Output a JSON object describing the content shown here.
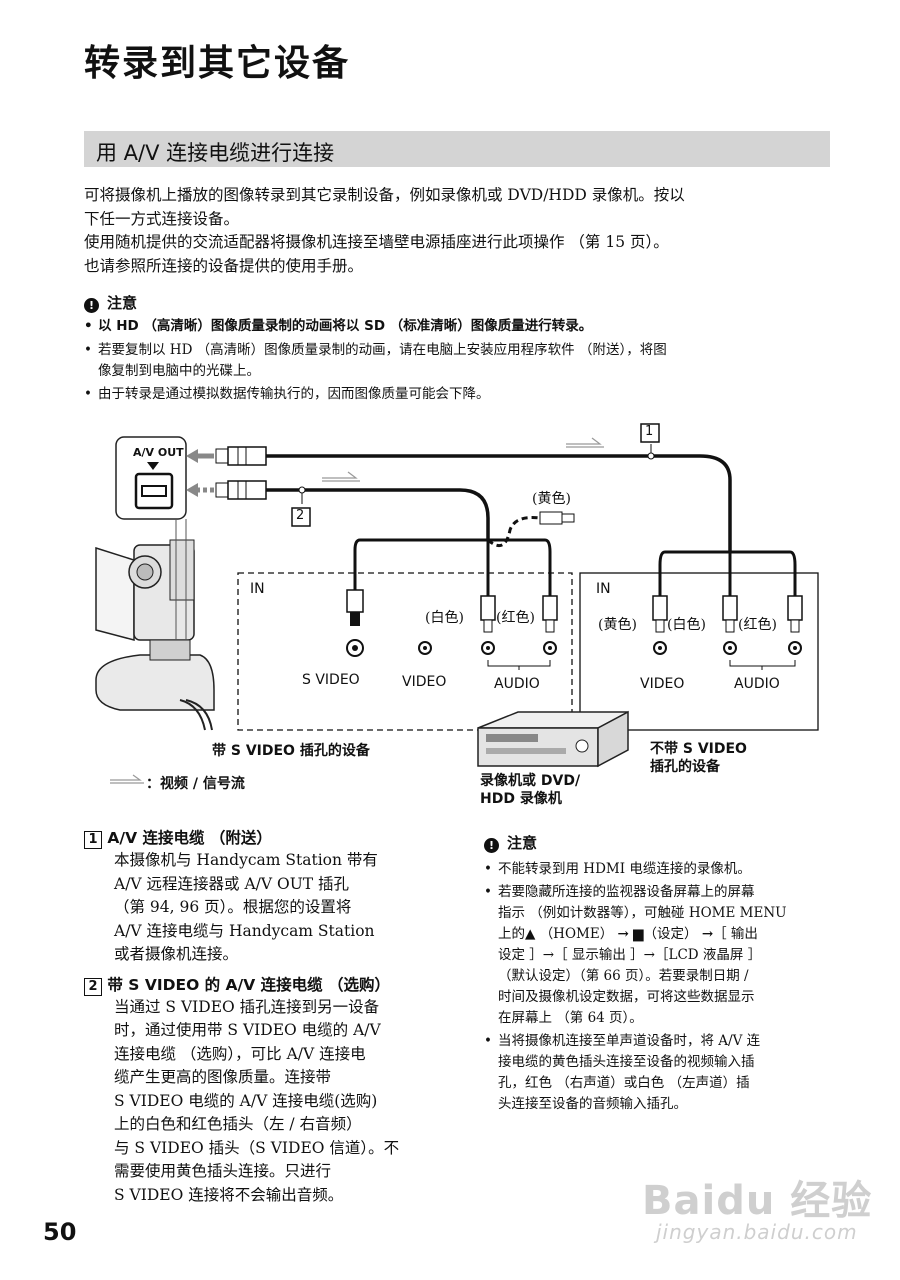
{
  "page": {
    "title": "转录到其它设备",
    "section_title": "用 A/V 连接电缆进行连接",
    "intro_lines": [
      "可将摄像机上播放的图像转录到其它录制设备，例如录像机或 DVD/HDD 录像机。按以",
      "下任一方式连接设备。",
      "使用随机提供的交流适配器将摄像机连接至墙壁电源插座进行此项操作 （第 15 页）。",
      "也请参照所连接的设备提供的使用手册。"
    ],
    "caution1": {
      "label": "注意",
      "items": [
        [
          "以 HD （高清晰）图像质量录制的动画将以 SD （标准清晰）图像质量进行转录。"
        ],
        [
          "若要复制以 HD （高清晰）图像质量录制的动画，请在电脑上安装应用程序软件 （附送），将图",
          "像复制到电脑中的光碟上。"
        ],
        [
          "由于转录是通过模拟数据传输执行的，因而图像质量可能会下降。"
        ]
      ]
    },
    "page_number": "50"
  },
  "diagram": {
    "av_out": "A/V OUT",
    "num1": "1",
    "num2": "2",
    "yellow_top": "(黄色)",
    "in_left": "IN",
    "in_right": "IN",
    "white_l": "(白色)",
    "red_l": "(红色)",
    "yellow_r": "(黄色)",
    "white_r": "(白色)",
    "red_r": "(红色)",
    "s_video": "S VIDEO",
    "video_l": "VIDEO",
    "audio_l": "AUDIO",
    "video_r": "VIDEO",
    "audio_r": "AUDIO",
    "dev_with_svideo": "带 S VIDEO 插孔的设备",
    "dev_without_1": "不带 S VIDEO",
    "dev_without_2": "插孔的设备",
    "recorder_1": "录像机或 DVD/",
    "recorder_2": "HDD 录像机",
    "signal_legend": "：视频 / 信号流"
  },
  "cable1": {
    "num": "1",
    "title": "A/V 连接电缆 （附送）",
    "lines": [
      "本摄像机与 Handycam Station 带有",
      "A/V 远程连接器或 A/V OUT 插孔",
      "（第 94, 96 页）。根据您的设置将",
      "A/V 连接电缆与 Handycam Station",
      "或者摄像机连接。"
    ]
  },
  "cable2": {
    "num": "2",
    "title": "带 S VIDEO 的 A/V 连接电缆 （选购）",
    "lines": [
      "当通过 S VIDEO 插孔连接到另一设备",
      "时，通过使用带 S VIDEO 电缆的 A/V",
      "连接电缆 （选购），可比 A/V 连接电",
      "缆产生更高的图像质量。连接带",
      "S VIDEO 电缆的 A/V 连接电缆(选购)",
      "上的白色和红色插头（左 / 右音频）",
      "与 S VIDEO 插头（S VIDEO 信道）。不",
      "需要使用黄色插头连接。只进行",
      "S VIDEO 连接将不会输出音频。"
    ]
  },
  "caution2": {
    "label": "注意",
    "item1": [
      "不能转录到用 HDMI 电缆连接的录像机。"
    ],
    "item2": {
      "l1": "若要隐藏所连接的监视器设备屏幕上的屏幕",
      "l2": "指示 （例如计数器等），可触碰 HOME MENU",
      "l3a": "上的",
      "l3b": "（HOME）",
      "l3c": "（设定）",
      "l3d": "［ 输出",
      "l4": "设定 ］→［ 显示输出 ］→［LCD 液晶屏 ］",
      "l5": "（默认设定）（第 66 页）。若要录制日期 /",
      "l6": "时间及摄像机设定数据，可将这些数据显示",
      "l7": "在屏幕上 （第 64 页）。"
    },
    "item3": [
      "当将摄像机连接至单声道设备时，将 A/V 连",
      "接电缆的黄色插头连接至设备的视频输入插",
      "孔，红色 （右声道）或白色 （左声道）插",
      "头连接至设备的音频输入插孔。"
    ]
  },
  "watermark": {
    "brand": "Baidu 经验",
    "url": "jingyan.baidu.com"
  }
}
